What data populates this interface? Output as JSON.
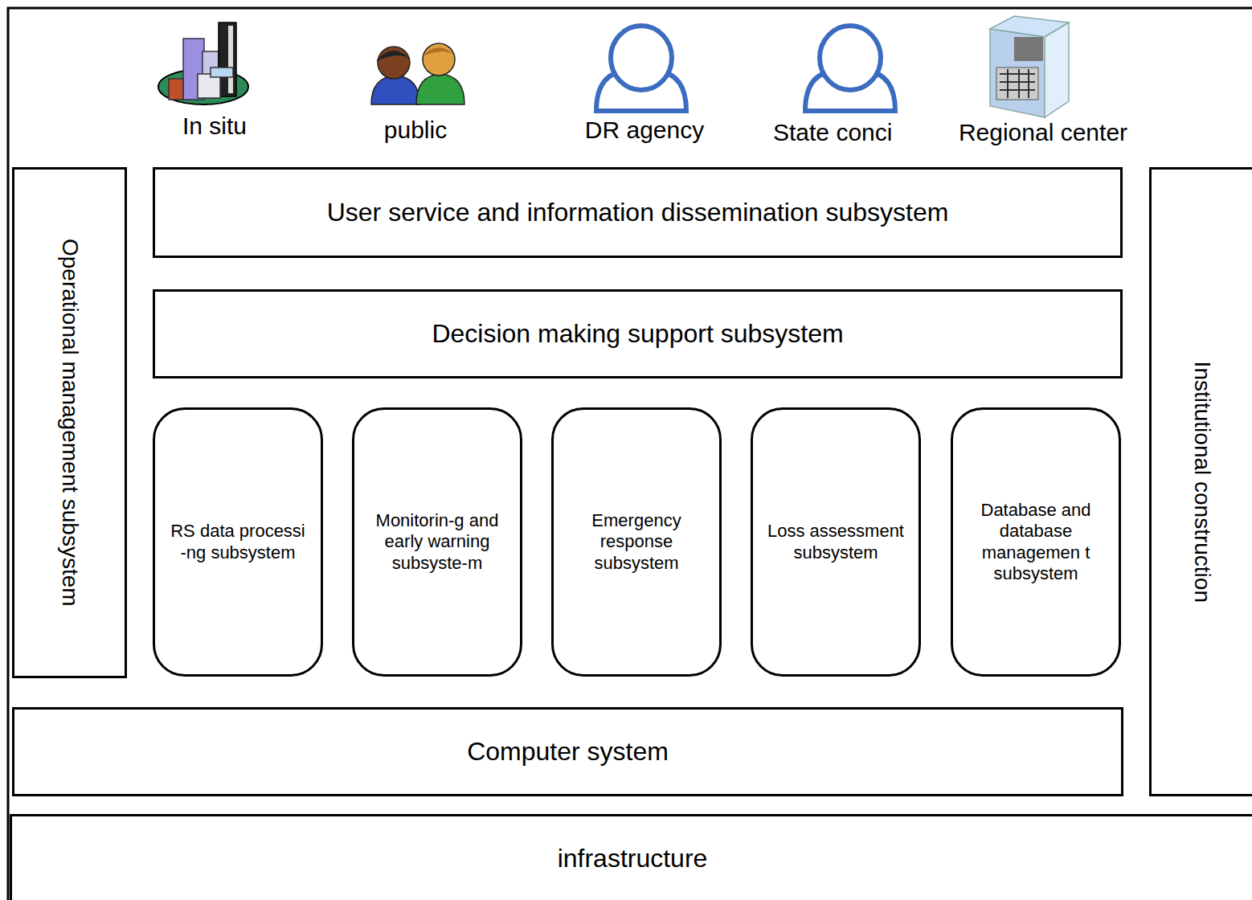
{
  "diagram": {
    "nodes": [
      {
        "text": [
          "User service and information dissemination subsystem"
        ]
      },
      {
        "text": [
          "Decision making support subsystem"
        ]
      },
      {
        "text": [
          "RS data processi -ng subsystem"
        ]
      },
      {
        "text": [
          "Monitorin-g and early warning subsyste-m"
        ]
      },
      {
        "text": [
          "Emergency response subsystem"
        ]
      },
      {
        "text": [
          "Loss assessment subsystem"
        ]
      },
      {
        "text": [
          "Database and database managemen t subsystem"
        ]
      },
      {
        "text": [
          "Operational management subsystem"
        ]
      },
      {
        "text": [
          "Institutional construction"
        ]
      },
      {
        "text": [
          "Computer system"
        ]
      },
      {
        "text": [
          "infrastructure"
        ]
      }
    ],
    "labels": [
      "In situ",
      "public",
      "DR agency",
      "State conci",
      "Regional center"
    ]
  }
}
